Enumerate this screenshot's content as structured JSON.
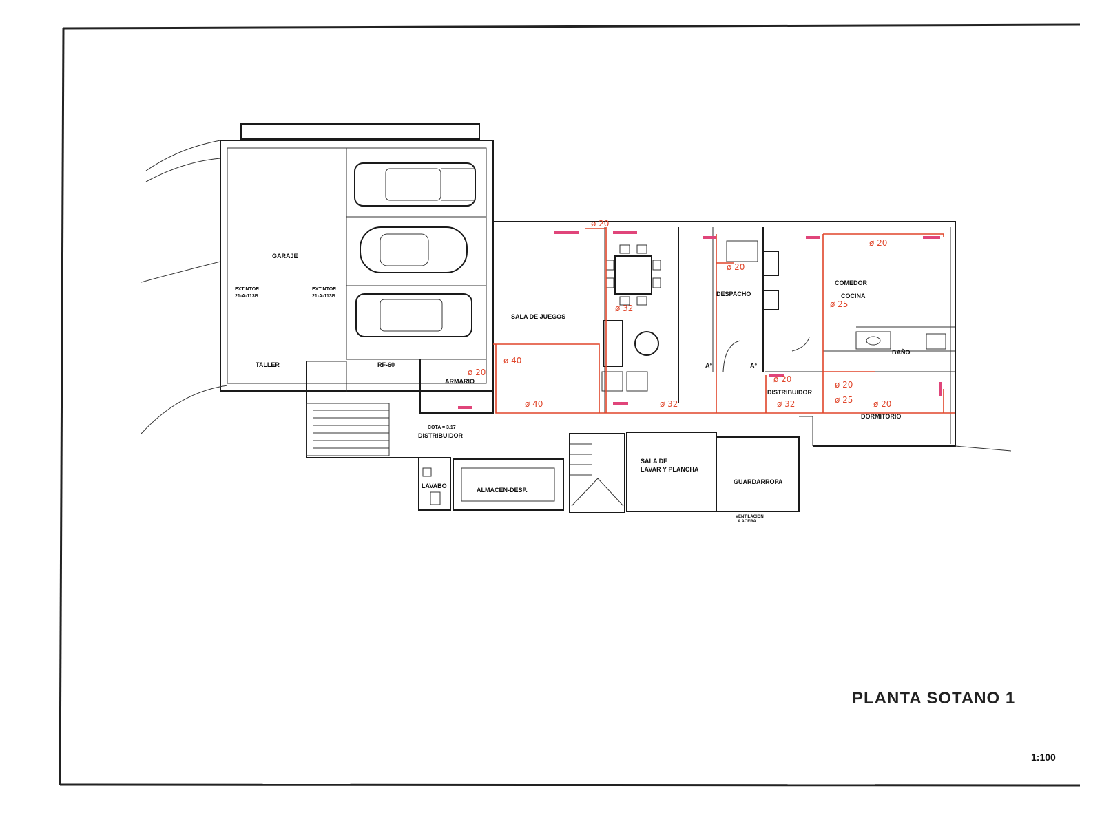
{
  "drawing": {
    "title": "PLANTA SOTANO 1",
    "scale": "1:100"
  },
  "rooms": {
    "garaje": "GARAJE",
    "taller": "TALLER",
    "sala_juegos": "SALA DE JUEGOS",
    "armario": "ARMARIO",
    "despacho": "DESPACHO",
    "comedor": "COMEDOR",
    "cocina": "COCINA",
    "bano": "BAÑO",
    "distribuidor_1": "DISTRIBUIDOR",
    "distribuidor_2": "DISTRIBUIDOR",
    "dormitorio": "DORMITORIO",
    "sala_lavar_1": "SALA DE",
    "sala_lavar_2": "LAVAR Y PLANCHA",
    "guardarropa": "GUARDARROPA",
    "lavabo": "LAVABO",
    "almacen": "ALMACEN-DESP."
  },
  "annotations": {
    "extintor_1": "EXTINTOR",
    "extintor_1_code": "21-A-113B",
    "extintor_2": "EXTINTOR",
    "extintor_2_code": "21-A-113B",
    "rf": "RF-60",
    "cota": "COTA = 3.17",
    "a1": "A°",
    "a2": "A°",
    "ventilacion_1": "VENTILACION",
    "ventilacion_2": "A ACERA"
  },
  "pipes": {
    "d20_top": "ø 20",
    "d32_sala": "ø 32",
    "d20_despacho": "ø 20",
    "d20_comedor": "ø 20",
    "d25_cocina": "ø 25",
    "d40_a": "ø 40",
    "d20_armario": "ø 20",
    "d40_b": "ø 40",
    "d32_bottom": "ø 32",
    "d20_distrib": "ø 20",
    "d32_distrib": "ø 32",
    "d20_bano": "ø 20",
    "d25_bano": "ø 25",
    "d20_dorm": "ø 20"
  },
  "colors": {
    "pipe": "#e0452a",
    "marker": "#e0457a",
    "line": "#1a1a1a"
  }
}
